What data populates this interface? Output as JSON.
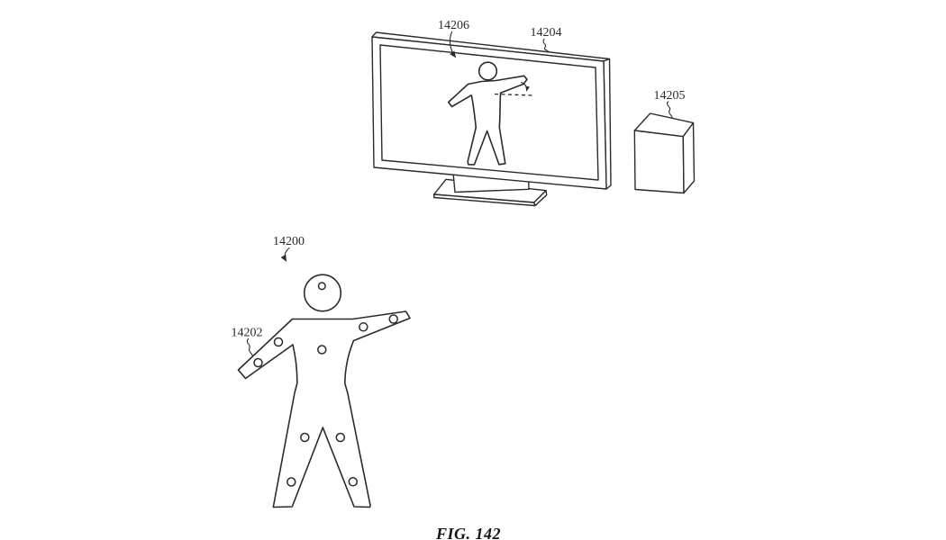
{
  "figure": {
    "caption": "FIG. 142",
    "labels": {
      "avatar_on_screen": "14206",
      "display": "14204",
      "device_box": "14205",
      "user": "14200",
      "arm_band": "14202"
    },
    "colors": {
      "line": "#2b2b2b",
      "background": "#ffffff"
    }
  }
}
